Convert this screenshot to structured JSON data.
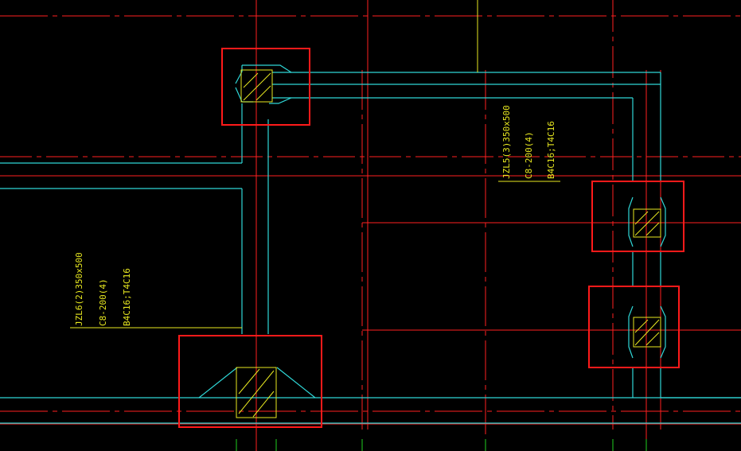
{
  "colors": {
    "background": "#000000",
    "axis": "#ff2020",
    "beam": "#2fd7d7",
    "column": "#e8e820",
    "leader": "#e8e820",
    "highlight": "#ff1a1a",
    "annotation": "#e8e820",
    "tick": "#20d020"
  },
  "beam_labels": {
    "jzl6": {
      "name": "JZL6(2)350x500",
      "stirrup": "C8-200(4)",
      "rebar": "B4C16;T4C16"
    },
    "jzl5": {
      "name": "JZL5(3)350x500",
      "stirrup": "C8-200(4)",
      "rebar": "B4C16;T4C16"
    }
  }
}
